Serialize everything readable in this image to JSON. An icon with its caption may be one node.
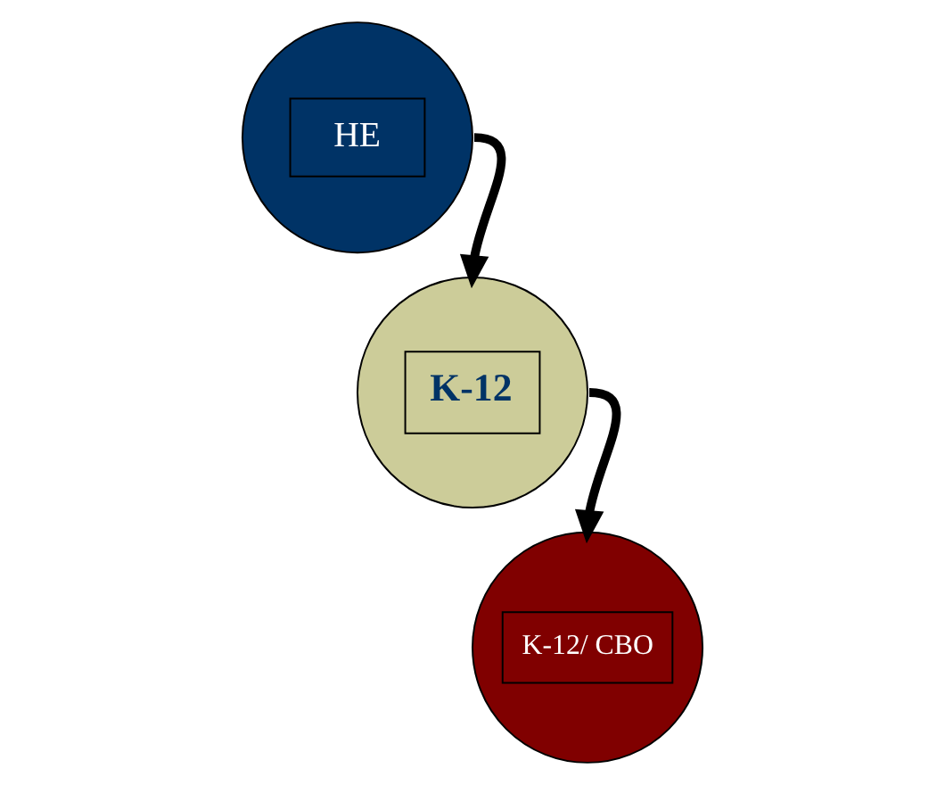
{
  "diagram": {
    "nodes": [
      {
        "text": [
          "HE"
        ]
      },
      {
        "text": [
          "K-12"
        ]
      },
      {
        "text": [
          "K-12/ CBO"
        ]
      }
    ],
    "edges": [
      {
        "from": 0,
        "to": 1,
        "arrow": "to"
      },
      {
        "from": 1,
        "to": 2,
        "arrow": "to"
      }
    ]
  }
}
